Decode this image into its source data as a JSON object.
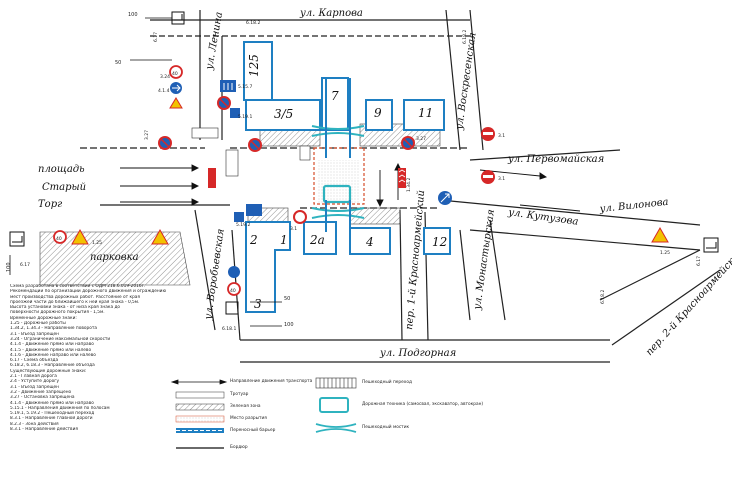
{
  "streets": {
    "karpova": "ул. Карпова",
    "lenina": "ул. Ленина",
    "voskresenskaya": "ул. Воскресенская",
    "pervomayskaya": "ул. Первомайская",
    "kutuzova": "ул. Кутузова",
    "vilonova": "ул. Вилонова",
    "vorobyevskaya": "ул. Воробьевская",
    "krasnoarmeyskiy1": "пер. 1-й Красноармейский",
    "monastyrskaya": "ул. Монастырская",
    "podgornaya": "ул. Подгорная",
    "krasnoarmeyskiy2": "пер. 2-й Красноармейский",
    "square_line1": "площадь",
    "square_line2": "Старый",
    "square_line3": "Торг",
    "park": "парковка"
  },
  "buildings": [
    "125",
    "3/5",
    "7",
    "9",
    "11",
    "1",
    "2а",
    "4",
    "12",
    "3",
    "2"
  ],
  "distances": [
    "100",
    "50",
    "100",
    "50",
    "100"
  ],
  "sign_codes": [
    "6.18.2",
    "6.18.2",
    "6.17",
    "6.17",
    "6.17",
    "5.15.7",
    "5.19.1",
    "5.19.2",
    "3.1",
    "3.1",
    "3.1",
    "3.24",
    "3.27",
    "3.27",
    "4.1.4",
    "1.34.2",
    "1.25",
    "1.25",
    "6.18.2",
    "6.18.1"
  ],
  "notes": {
    "header": "Схема разработана в соответствии с ОДМ 218.6.019-2016г.",
    "lines": [
      "Рекомендации по организации дорожного движения и ограждению",
      "мест производства дорожных работ. Расстояние от края",
      "проезжей части до ближайшего к ней края знака - 0,5м.",
      "Высота установки знака - от низа края знака до",
      "поверхности дорожного покрытия - 1,5м.",
      "Временные дорожные знаки:",
      "1.25 - Дорожные работы",
      "1.34.2, 1.34.3 - Направление поворота",
      "3.1 - Въезд запрещен",
      "3.24 - Ограничение максимальной скорости",
      "4.1.4 - Движение прямо или направо",
      "4.1.5 - Движение прямо или налево",
      "4.1.6 - Движение направо или налево",
      "6.17 - Схема объезда",
      "6.18.2, 6.18.3 - Направление объезда",
      "Существующие дорожные знаки:",
      "2.1 - Главная дорога",
      "2.4 - Уступите дорогу",
      "3.1 - Въезд запрещен",
      "3.2 - Движение запрещено",
      "3.27 - Остановка запрещена",
      "4.1.4 - Движение прямо или направо",
      "5.15.1 - Направления движения по полосам",
      "5.19.1, 5.19.2 - Пешеходный переход",
      "8.3.1 - Направление главной дороги",
      "8.2.3 - Зона действия",
      "8.3.1 - Направление действия"
    ]
  },
  "legend": {
    "traffic": "Направление движения транспорта",
    "sidewalk": "Тротуар",
    "green": "Зеленая зона",
    "dig": "Место разрытия",
    "barrier": "Переносный барьер",
    "kerb": "Бордюр",
    "crossing": "Пешеходный переход",
    "machinery": "Дорожная техника (самосвал, экскаватор, автокран)",
    "bridge": "Пешеходный мостик"
  },
  "colors": {
    "building": "#1e7fc2",
    "bridge": "#2fb3bf",
    "sign_red": "#d62828",
    "sign_blue": "#1f5fb5",
    "sign_yellow": "#f2c200",
    "hatch": "#666666"
  }
}
